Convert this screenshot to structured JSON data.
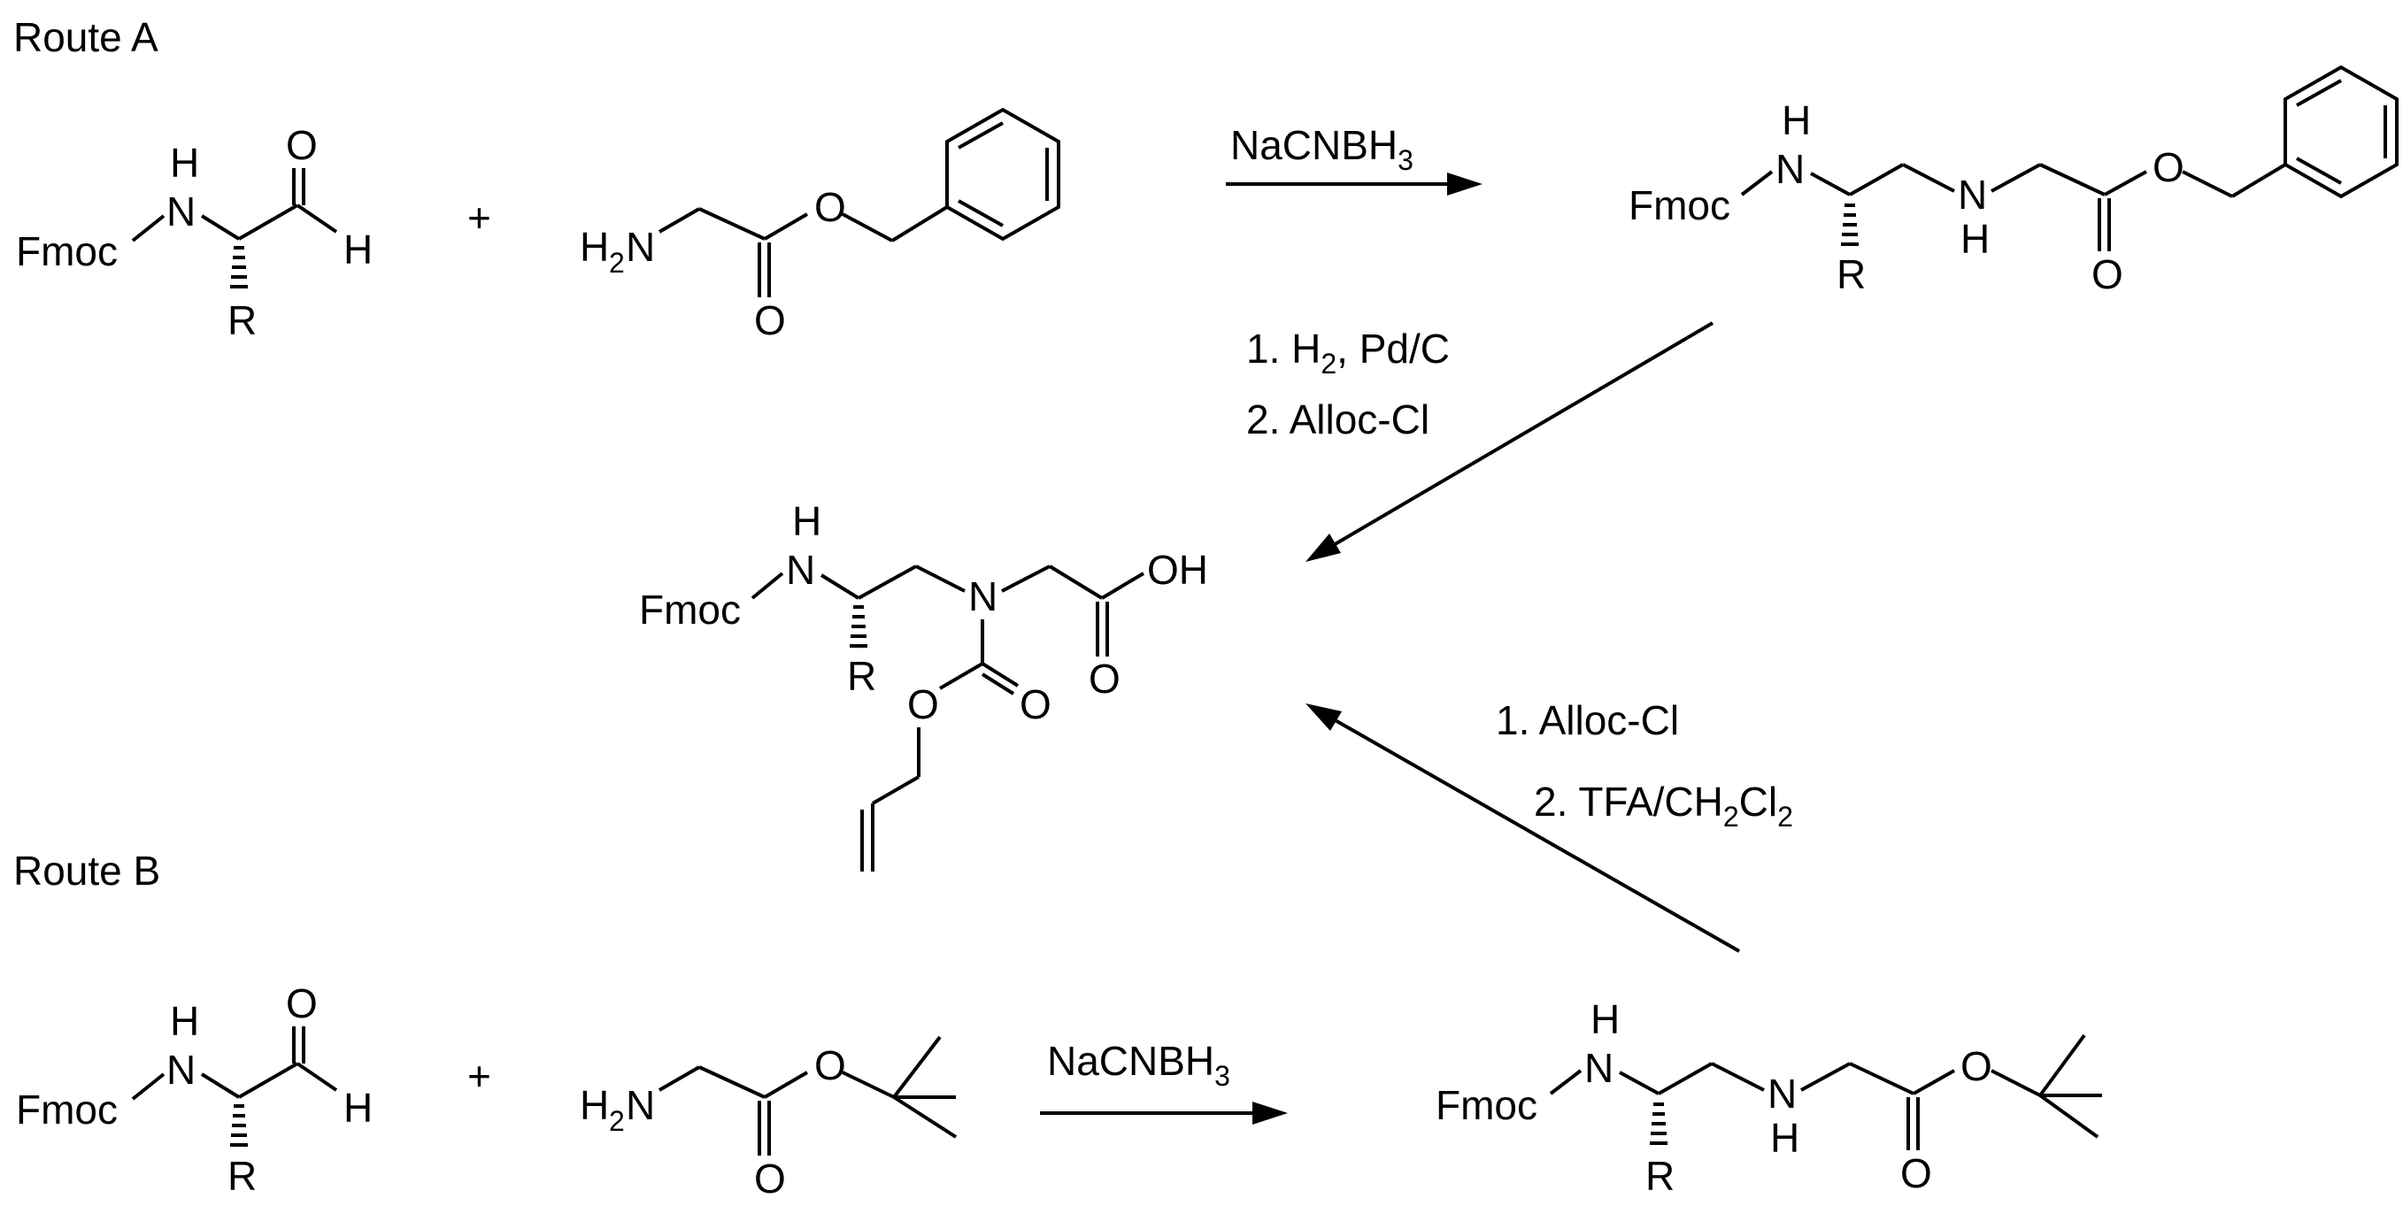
{
  "routes": {
    "route_a": "Route A",
    "route_b": "Route B"
  },
  "atoms": {
    "fmoc": "Fmoc",
    "nh_h": "H",
    "n": "N",
    "o": "O",
    "h": "H",
    "r": "R",
    "oh": "OH",
    "h2n_h": "H",
    "h2n_sub": "2",
    "h2n_n": "N",
    "plus": "+"
  },
  "reagents": {
    "route_a_step1": "NaCNBH3",
    "route_a_step2_line1": "1. H2, Pd/C",
    "route_a_step2_line2": "2. Alloc-Cl",
    "route_b_step1": "NaCNBH3",
    "route_b_step2_line1": "1. Alloc-Cl",
    "route_b_step2_line2": "2. TFA/CH2Cl2"
  },
  "reagent_parts": {
    "nacnbh": "NaCNBH",
    "sub3": "3",
    "h2_prefix": "1. H",
    "sub2": "2",
    "pdc_suffix": ", Pd/C",
    "alloc_a": "2. Alloc-Cl",
    "alloc_b": "1. Alloc-Cl",
    "tfa_prefix": "2. TFA/CH",
    "cl": "Cl"
  }
}
